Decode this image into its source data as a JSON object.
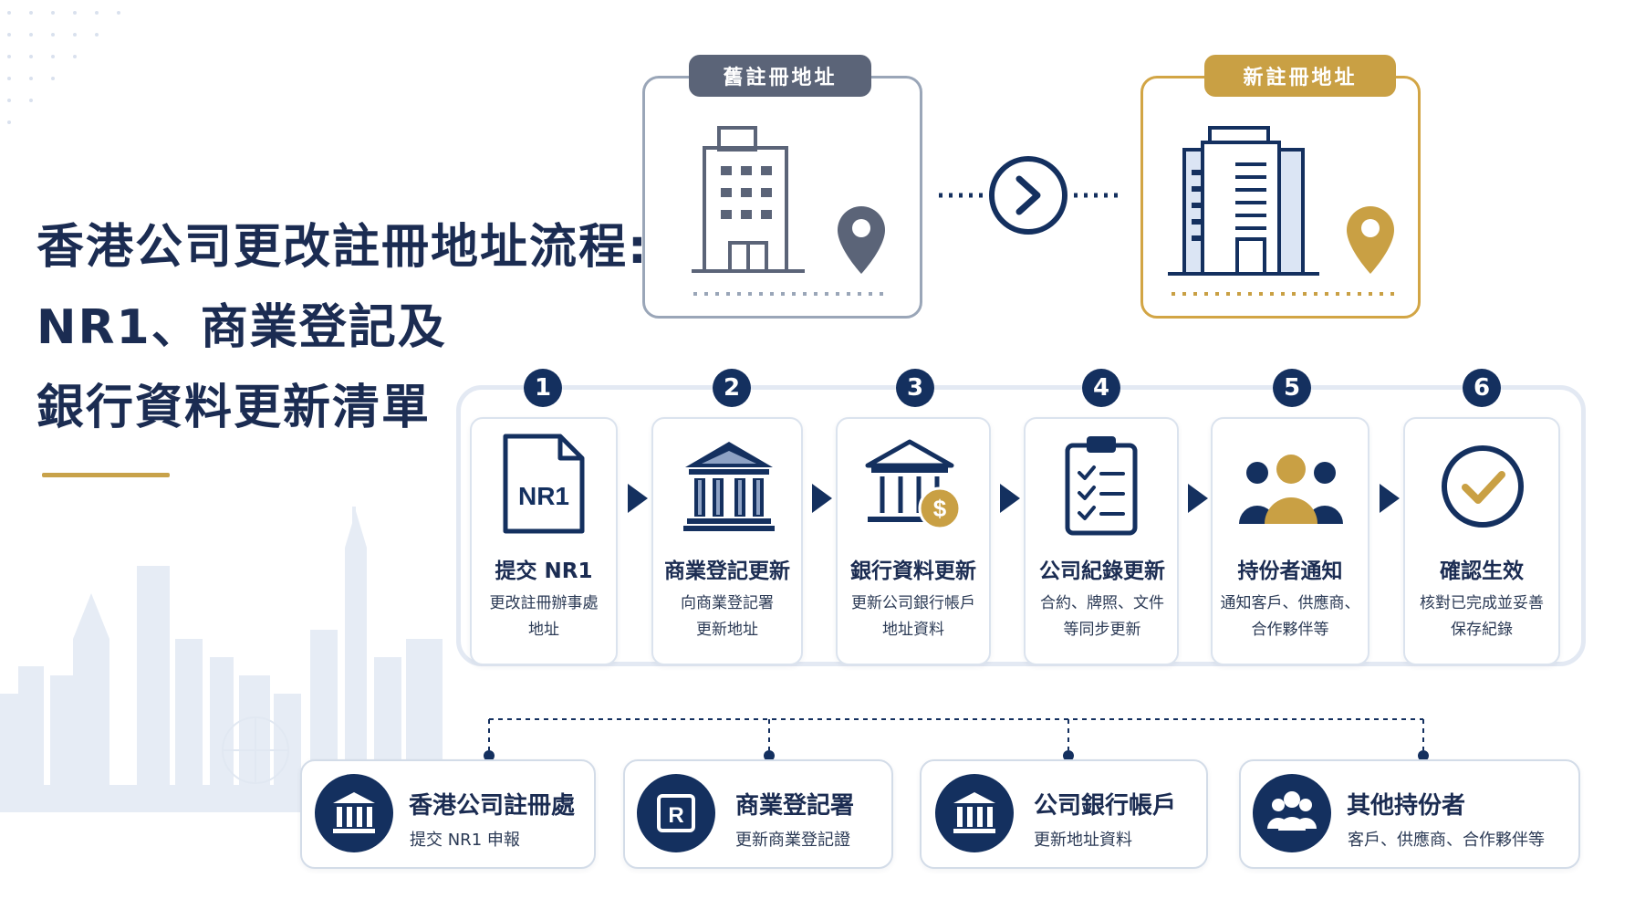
{
  "title": {
    "line1": "香港公司更改註冊地址流程:",
    "line2": "NR1、商業登記及",
    "line3": "銀行資料更新清單"
  },
  "address": {
    "old_label": "舊註冊地址",
    "new_label": "新註冊地址"
  },
  "steps": [
    {
      "num": "1",
      "title": "提交 NR1",
      "desc1": "更改註冊辦事處",
      "desc2": "地址",
      "icon": "nr1-document-icon",
      "icon_text": "NR1"
    },
    {
      "num": "2",
      "title": "商業登記更新",
      "desc1": "向商業登記署",
      "desc2": "更新地址",
      "icon": "government-building-icon"
    },
    {
      "num": "3",
      "title": "銀行資料更新",
      "desc1": "更新公司銀行帳戶",
      "desc2": "地址資料",
      "icon": "bank-dollar-icon"
    },
    {
      "num": "4",
      "title": "公司紀錄更新",
      "desc1": "合約、牌照、文件",
      "desc2": "等同步更新",
      "icon": "clipboard-checklist-icon"
    },
    {
      "num": "5",
      "title": "持份者通知",
      "desc1": "通知客戶、供應商、",
      "desc2": "合作夥伴等",
      "icon": "people-group-icon"
    },
    {
      "num": "6",
      "title": "確認生效",
      "desc1": "核對已完成並妥善",
      "desc2": "保存紀錄",
      "icon": "check-circle-icon"
    }
  ],
  "entities": [
    {
      "title": "香港公司註冊處",
      "desc": "提交 NR1 申報",
      "icon": "registry-building-icon"
    },
    {
      "title": "商業登記署",
      "desc": "更新商業登記證",
      "icon": "registered-r-icon",
      "icon_text": "R"
    },
    {
      "title": "公司銀行帳戶",
      "desc": "更新地址資料",
      "icon": "bank-icon"
    },
    {
      "title": "其他持份者",
      "desc": "客戶、供應商、合作夥伴等",
      "icon": "people-icon"
    }
  ],
  "colors": {
    "navy": "#14305f",
    "gold": "#c9a044",
    "grey": "#5b6478",
    "border": "#dbe3ee"
  }
}
